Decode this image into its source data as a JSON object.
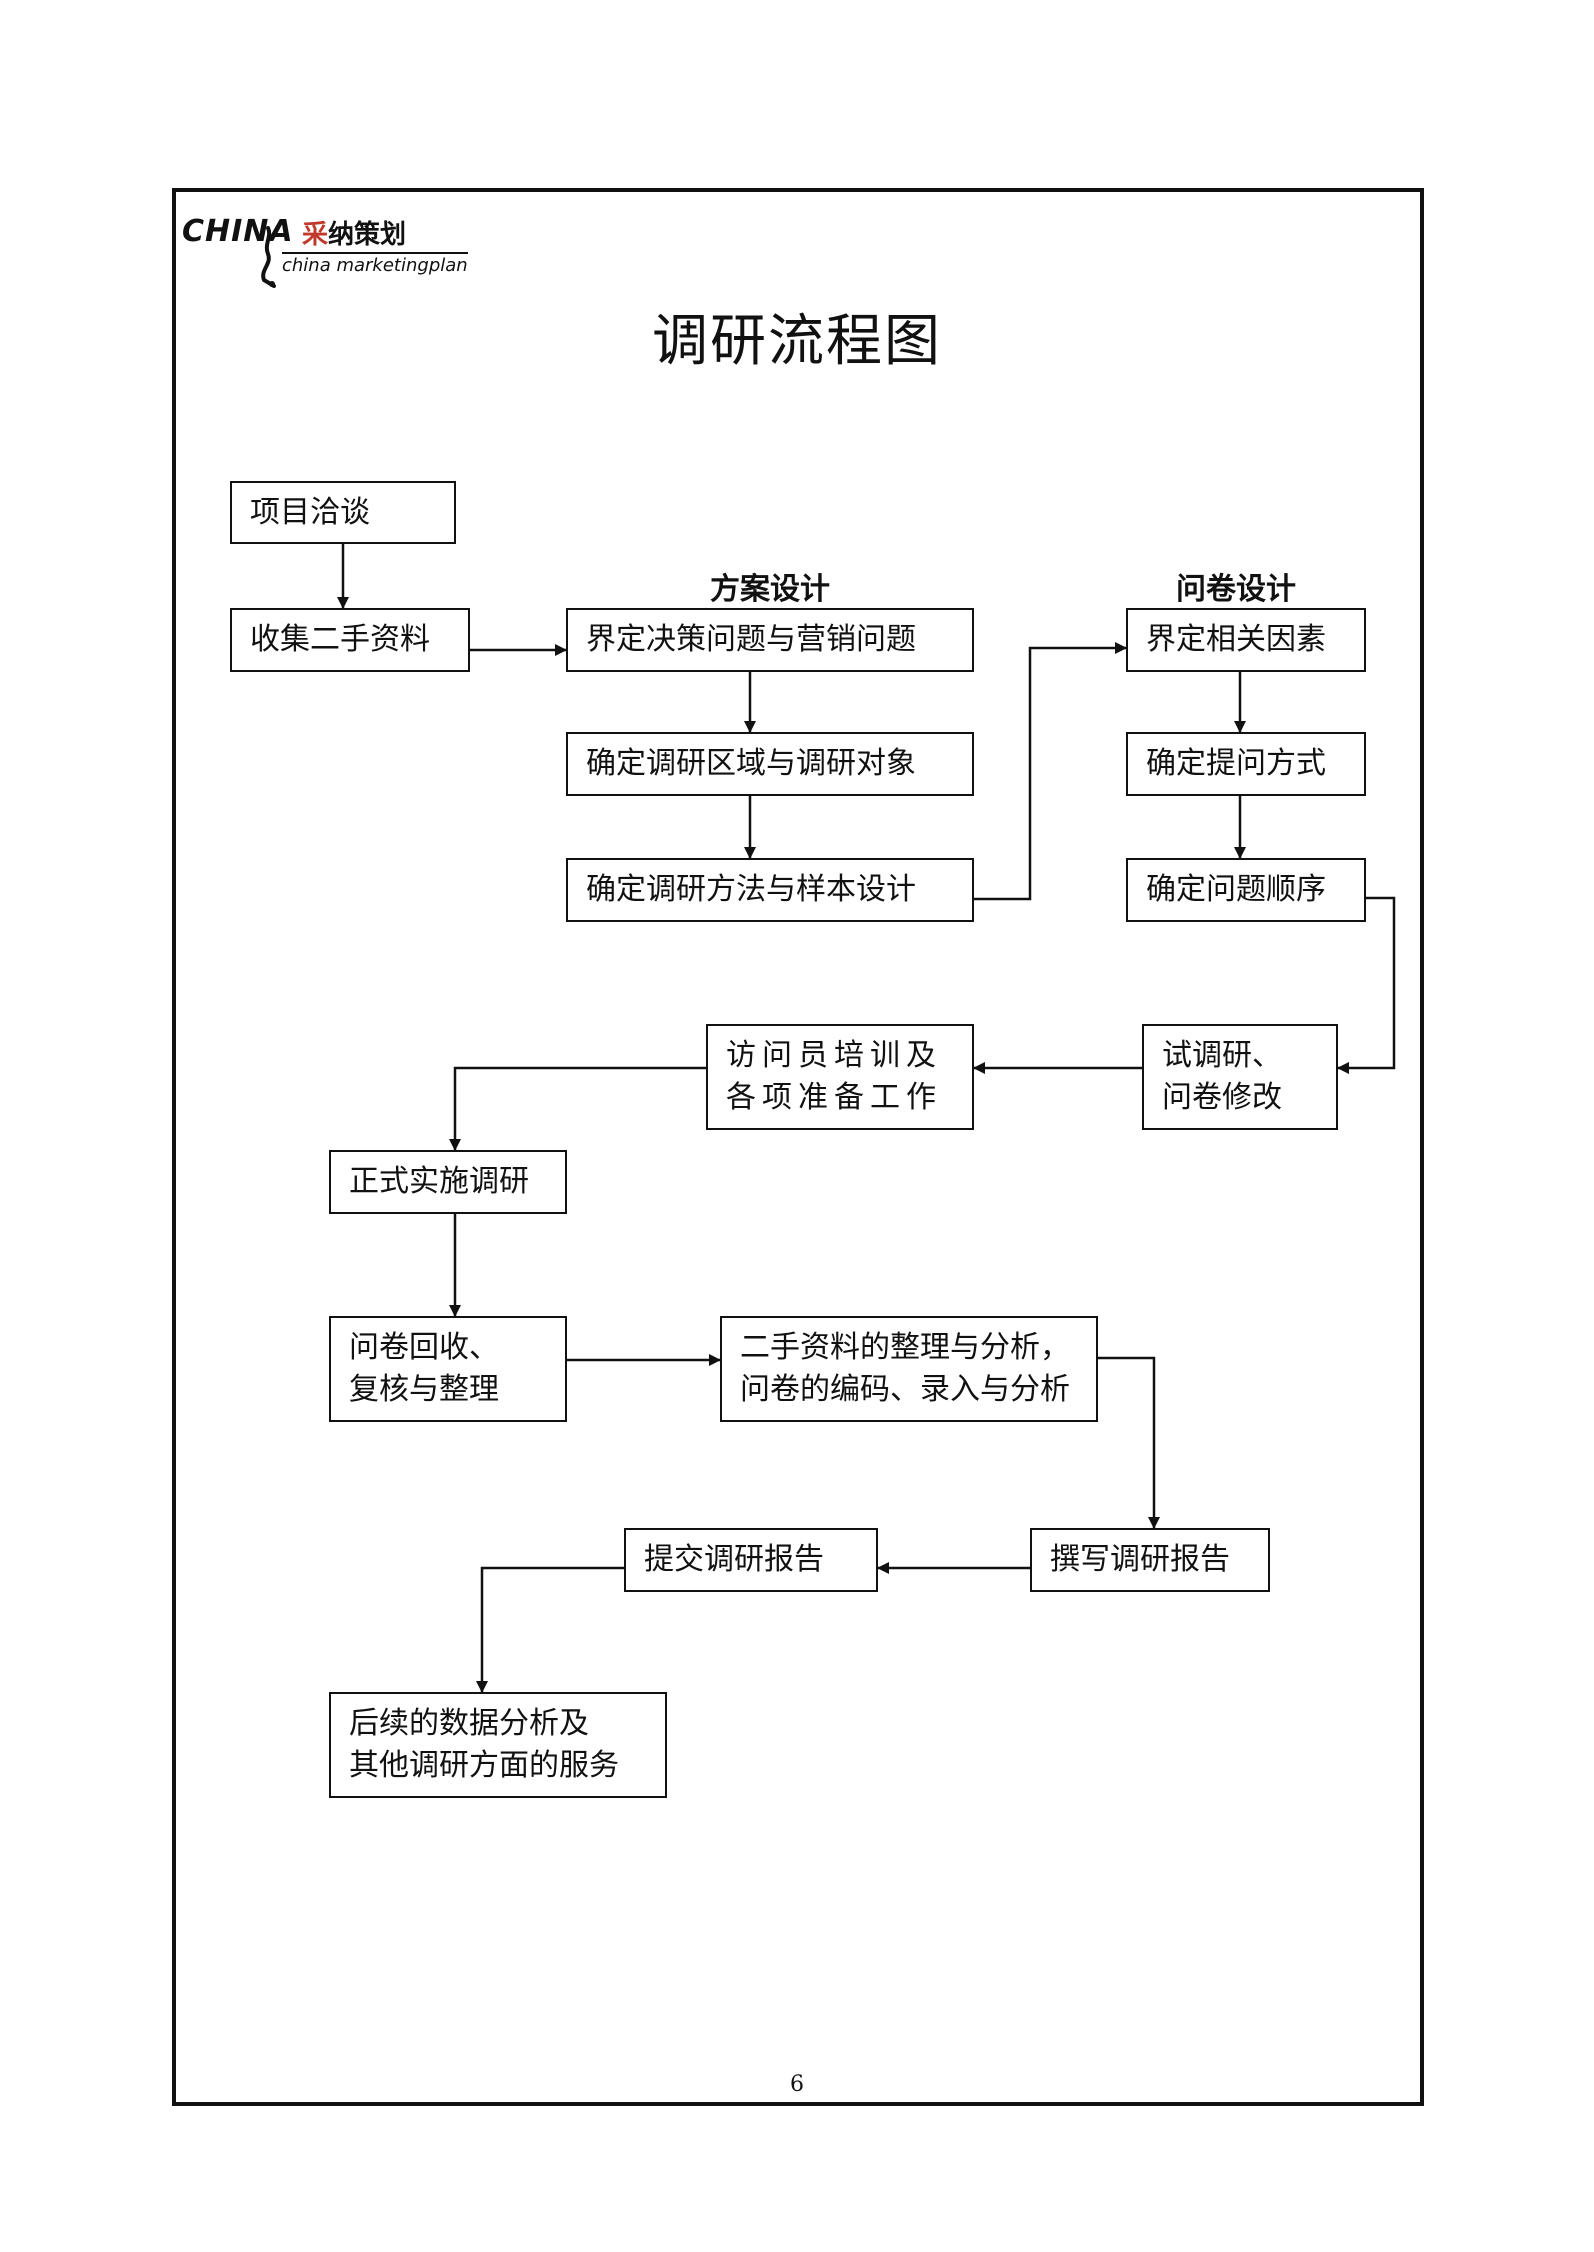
{
  "logo": {
    "mark": "CHINA",
    "cn_part1": "采",
    "cn_part2": "纳策划",
    "en": "china marketingplan"
  },
  "title": "调研流程图",
  "sections": {
    "plan_design": "方案设计",
    "questionnaire_design": "问卷设计"
  },
  "nodes": {
    "project_negotiation": "项目洽谈",
    "collect_secondary": "收集二手资料",
    "define_problems": "界定决策问题与营销问题",
    "define_area_target": "确定调研区域与调研对象",
    "define_method_sample": "确定调研方法与样本设计",
    "define_factors": "界定相关因素",
    "define_question_mode": "确定提问方式",
    "define_question_order": "确定问题顺序",
    "pilot_revise": "试调研、\n问卷修改",
    "interviewer_training": "访问员培训及\n各项准备工作",
    "formal_survey": "正式实施调研",
    "collect_review": "问卷回收、\n复核与整理",
    "data_analysis": "二手资料的整理与分析，\n问卷的编码、录入与分析",
    "write_report": "撰写调研报告",
    "submit_report": "提交调研报告",
    "follow_up": "后续的数据分析及\n其他调研方面的服务"
  },
  "page_number": "6"
}
